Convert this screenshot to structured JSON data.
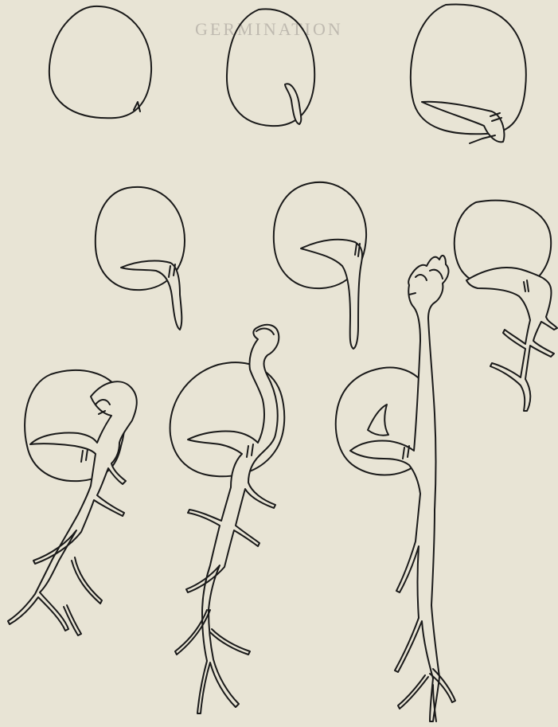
{
  "plate": {
    "paper_color": "#e8e4d5",
    "ink_color": "#1a1a1a",
    "bleed_text_color": "#bfbab0",
    "bleed_heading": "GERMINATION",
    "stages": [
      {
        "name": "seed-with-radicle-tip"
      },
      {
        "name": "seed-radicle-emerging"
      },
      {
        "name": "seed-radicle-longer"
      },
      {
        "name": "seed-root-descending"
      },
      {
        "name": "seed-root-longer"
      },
      {
        "name": "seedling-first-branches"
      },
      {
        "name": "seedling-hook-emerging"
      },
      {
        "name": "seedling-hooked-stem"
      },
      {
        "name": "seedling-with-opening-leaves"
      }
    ]
  }
}
